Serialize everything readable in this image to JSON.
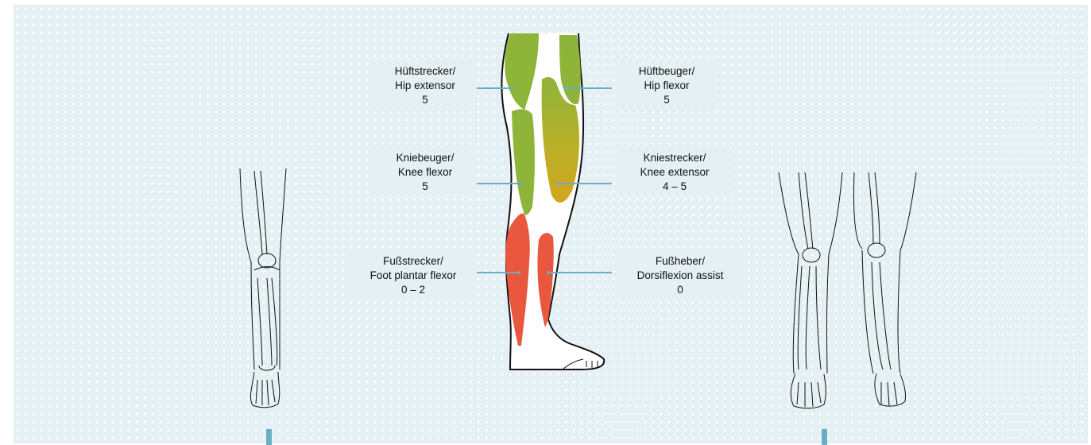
{
  "colors": {
    "panel": "#e4f0f3",
    "grade5": "#8fb43a",
    "grade4to5_top": "#8fb43a",
    "grade4to5_bottom": "#d4a51c",
    "grade0to2": "#e9573f",
    "leader": "#6aaec4"
  },
  "muscles": [
    {
      "name": "Hüftstrecker/",
      "english": "Hip extensor",
      "grade": "5",
      "side": "left"
    },
    {
      "name": "Hüftbeuger/",
      "english": "Hip flexor",
      "grade": "5",
      "side": "right"
    },
    {
      "name": "Kniebeuger/",
      "english": "Knee flexor",
      "grade": "5",
      "side": "left"
    },
    {
      "name": "Kniestrecker/",
      "english": "Knee extensor",
      "grade": "4 – 5",
      "side": "right"
    },
    {
      "name": "Fußstrecker/",
      "english": "Foot plantar flexor",
      "grade": "0 – 2",
      "side": "left"
    },
    {
      "name": "Fußheber/",
      "english": "Dorsiflexion assist",
      "grade": "0",
      "side": "right"
    }
  ]
}
